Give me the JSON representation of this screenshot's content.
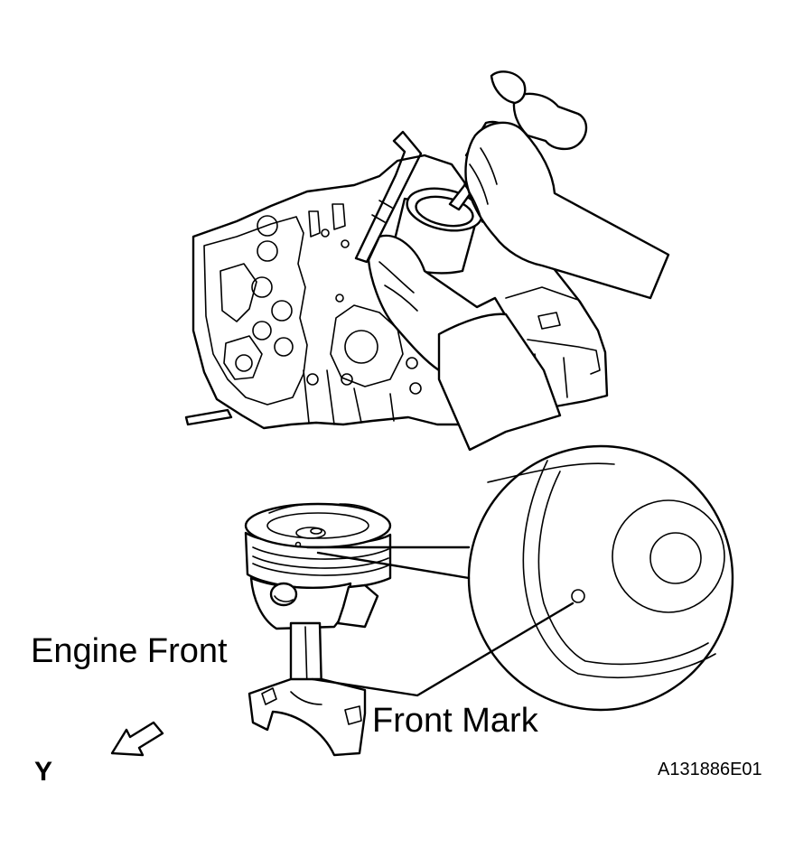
{
  "labels": {
    "engine_front": "Engine Front",
    "front_mark": "Front Mark",
    "view_letter": "Y",
    "figure_id": "A131886E01"
  },
  "colors": {
    "line": "#000000",
    "background": "#ffffff"
  },
  "icons": {
    "direction_arrow": "arrow-down-left-icon"
  }
}
